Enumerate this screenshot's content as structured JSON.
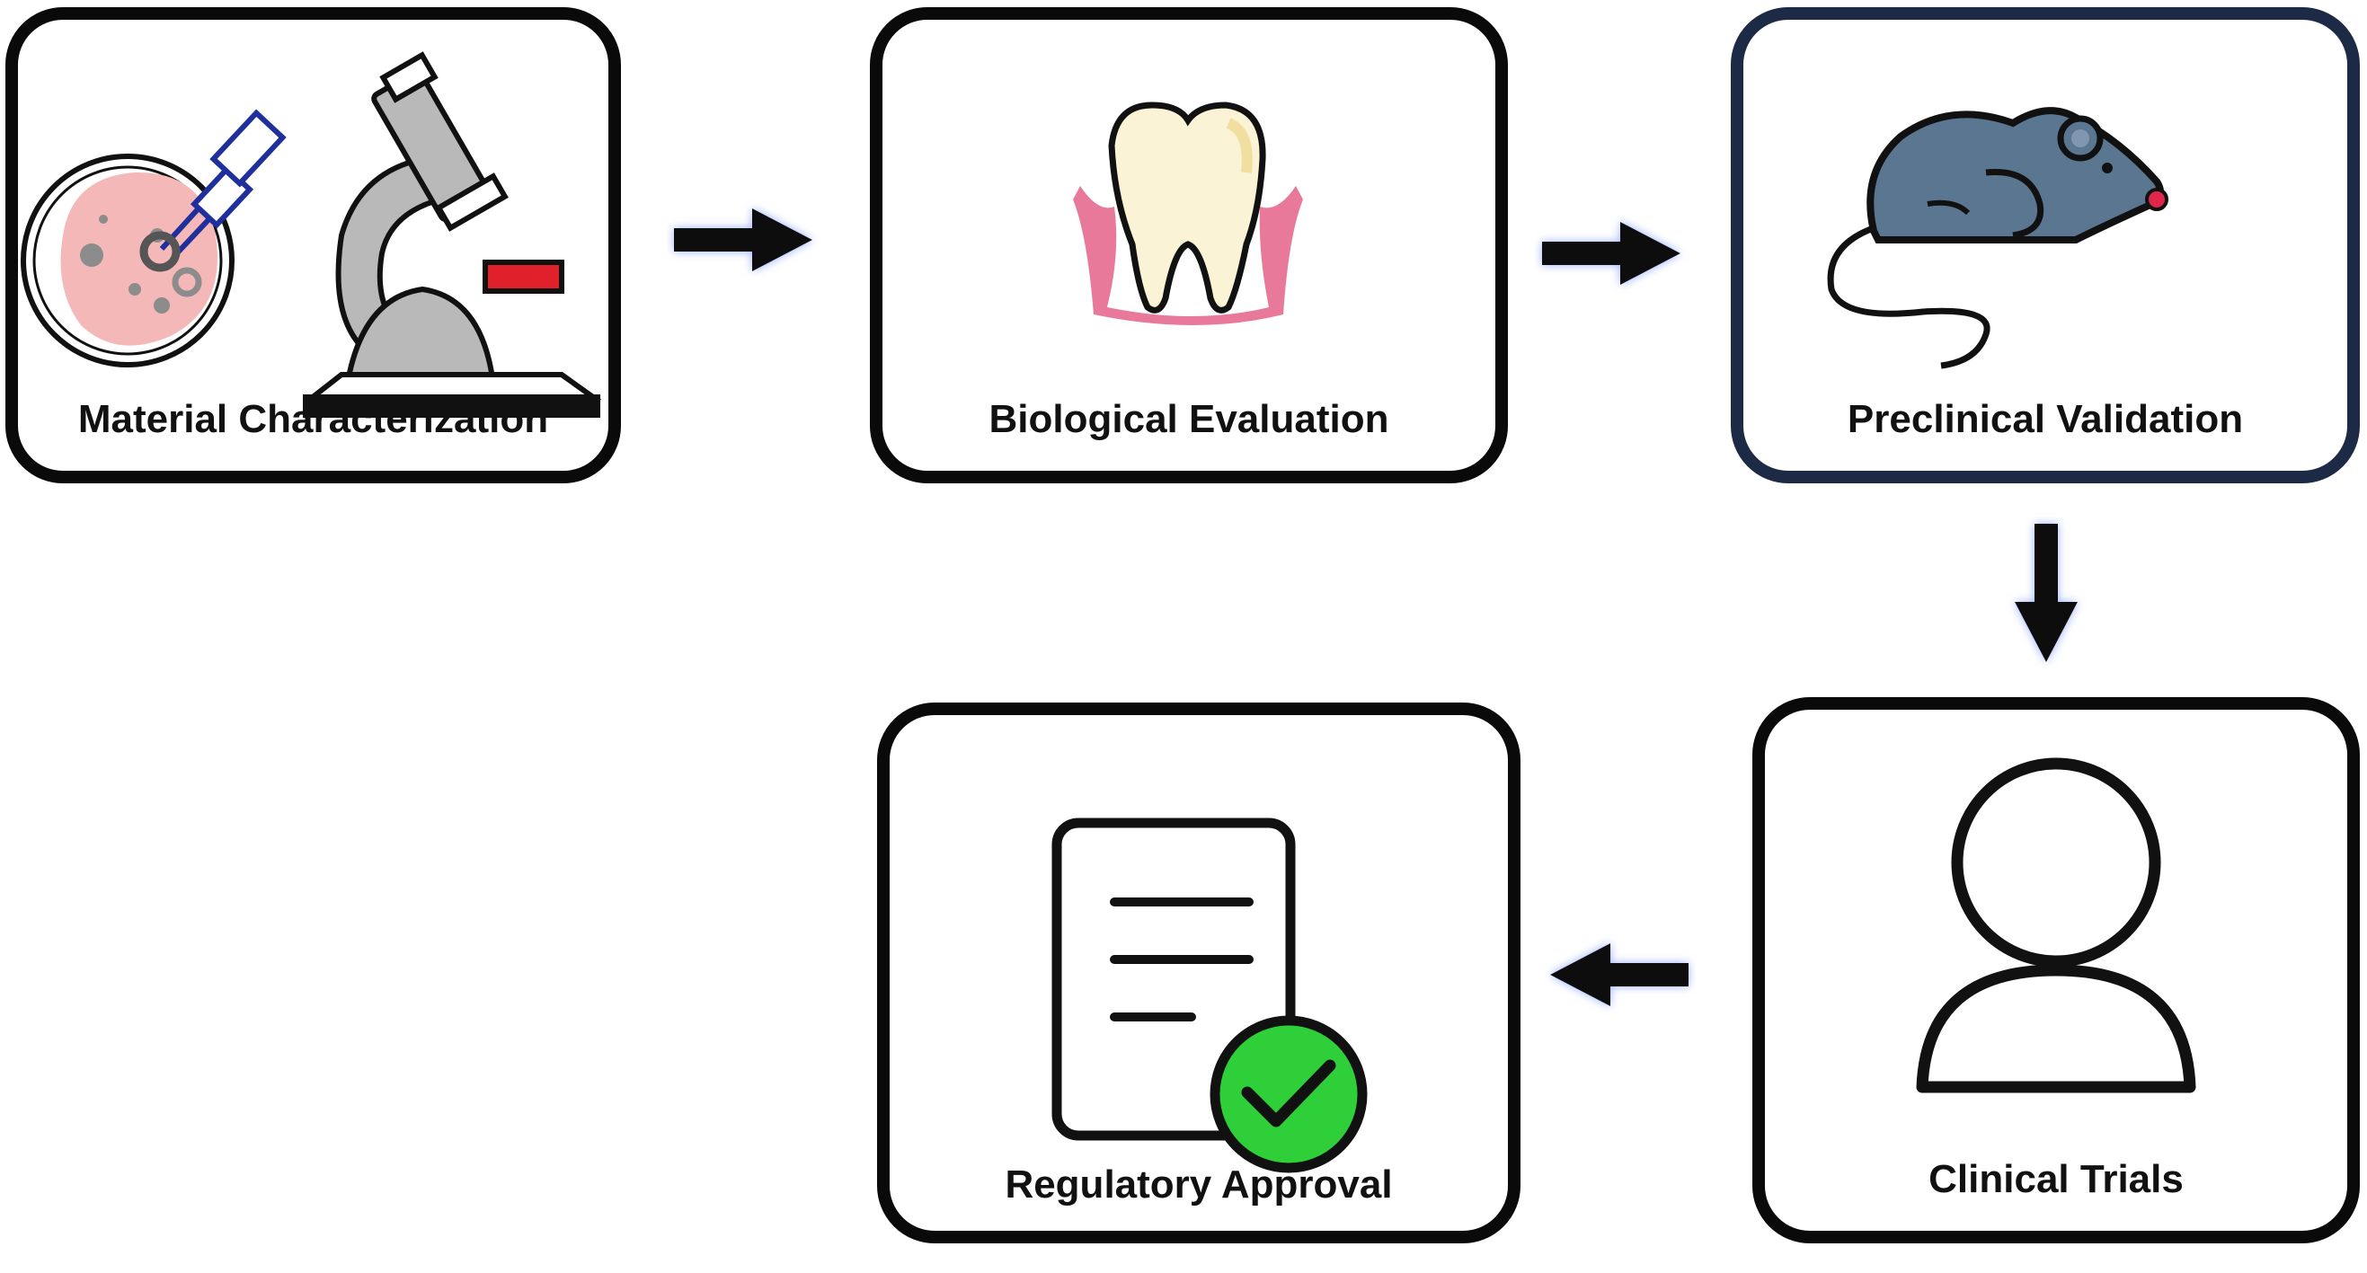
{
  "diagram": {
    "steps": [
      {
        "id": "material",
        "label": "Material Characterization",
        "icon": "petri-dish-microscope-icon"
      },
      {
        "id": "biological",
        "label": "Biological Evaluation",
        "icon": "tooth-icon"
      },
      {
        "id": "preclinical",
        "label": "Preclinical Validation",
        "icon": "mouse-icon"
      },
      {
        "id": "clinical",
        "label": "Clinical Trials",
        "icon": "person-icon"
      },
      {
        "id": "regulatory",
        "label": "Regulatory Approval",
        "icon": "document-check-icon"
      }
    ],
    "flow": [
      "material",
      "biological",
      "preclinical",
      "clinical",
      "regulatory"
    ],
    "colors": {
      "border": "#0a0a0a",
      "highlight_border": "#1d2a45",
      "arrow": "#111111",
      "arrow_glow": "#8fa6ff",
      "mouse_body": "#5b7690",
      "tooth_gum": "#e8799b",
      "tooth_fill": "#fbf3d5",
      "check_green": "#2fcf3a",
      "petri_pink": "#f4b8b8",
      "dropper_blue": "#1f2f9c",
      "microscope_gray": "#b9b9b9",
      "microscope_red": "#e0202a"
    }
  }
}
